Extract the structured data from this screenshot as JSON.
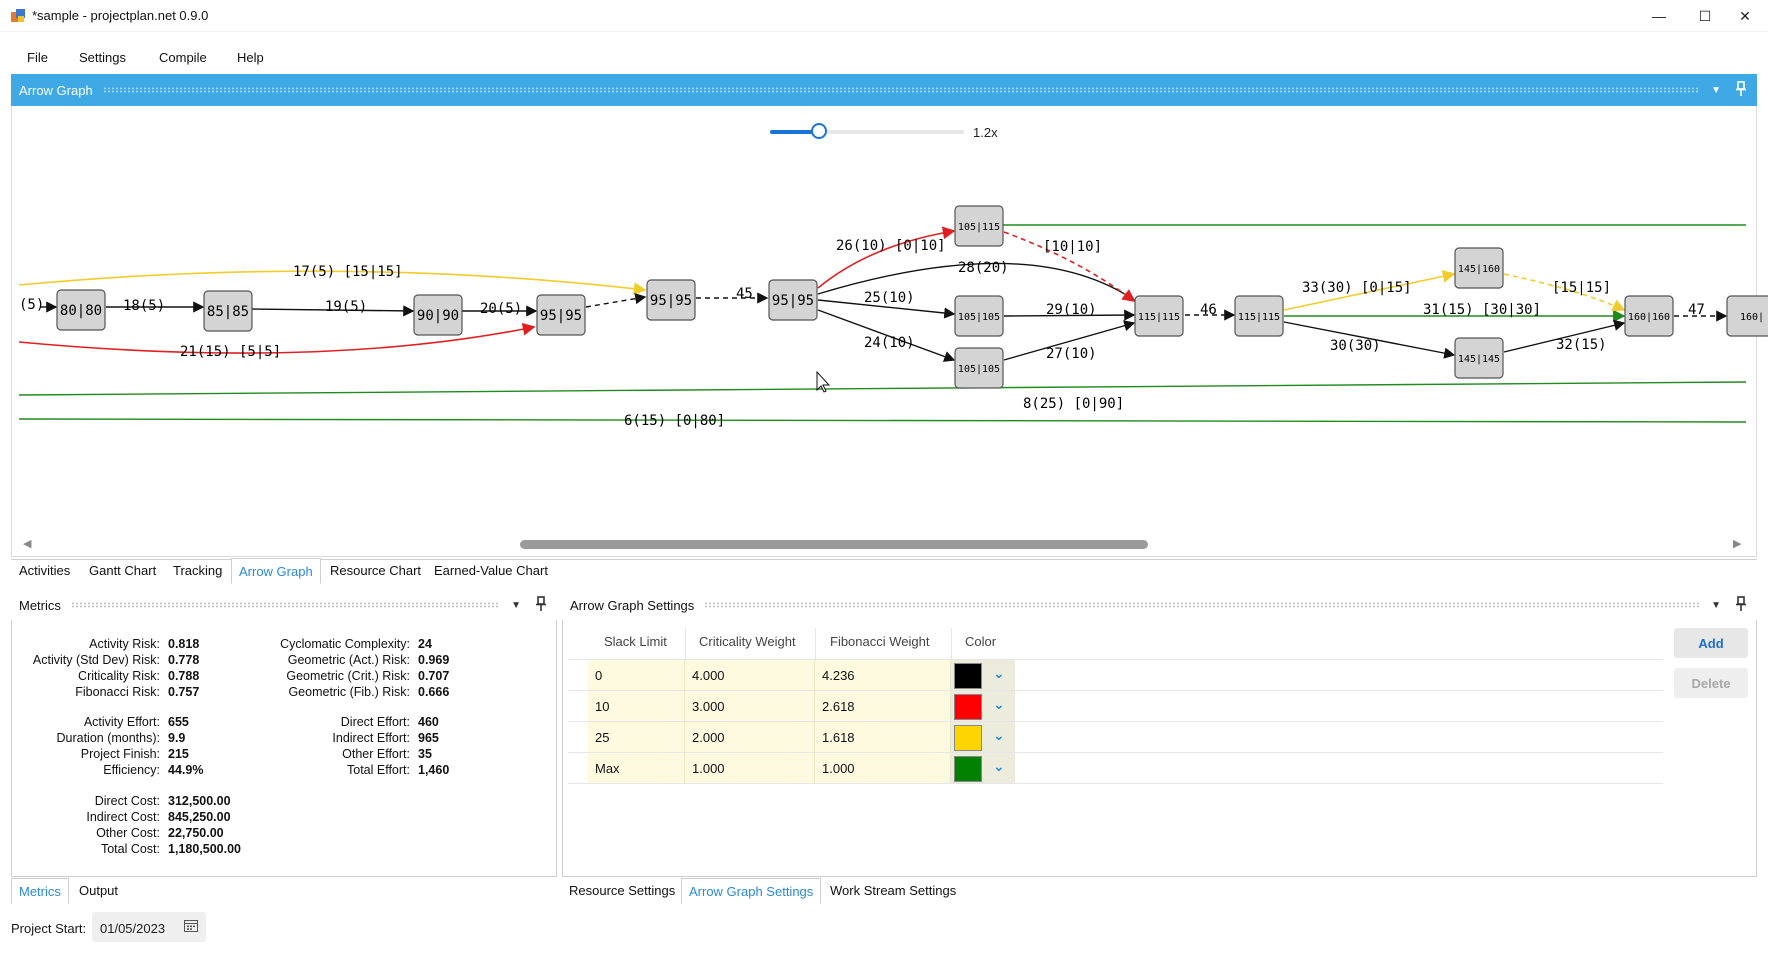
{
  "window": {
    "title": "*sample - projectplan.net 0.9.0",
    "min_glyph": "—",
    "max_glyph": "☐",
    "close_glyph": "✕"
  },
  "menu": {
    "file": "File",
    "settings": "Settings",
    "compile": "Compile",
    "help": "Help"
  },
  "arrow_graph": {
    "header": "Arrow Graph",
    "zoom": {
      "label": "1.2x",
      "fraction": 0.25
    },
    "nodes": [
      {
        "id": "n80",
        "label": "80|80"
      },
      {
        "id": "n85",
        "label": "85|85"
      },
      {
        "id": "n90",
        "label": "90|90"
      },
      {
        "id": "n95a",
        "label": "95|95"
      },
      {
        "id": "n95b",
        "label": "95|95"
      },
      {
        "id": "n95c",
        "label": "95|95"
      },
      {
        "id": "n105a",
        "label": "105|115"
      },
      {
        "id": "n105b",
        "label": "105|105"
      },
      {
        "id": "n105c",
        "label": "105|105"
      },
      {
        "id": "n115a",
        "label": "115|115"
      },
      {
        "id": "n115b",
        "label": "115|115"
      },
      {
        "id": "n145a",
        "label": "145|160"
      },
      {
        "id": "n145b",
        "label": "145|145"
      },
      {
        "id": "n160",
        "label": "160|160"
      },
      {
        "id": "n160b",
        "label": "160|"
      }
    ],
    "edge_labels": {
      "e5": "(5)",
      "e18": "18(5)",
      "e19": "19(5)",
      "e20": "20(5)",
      "e17": "17(5) [15|15]",
      "e21": "21(15) [5|5]",
      "e45": "45",
      "e26": "26(10) [0|10]",
      "e28": "28(20)",
      "e25": "25(10)",
      "e24": "24(10)",
      "e29": "29(10)",
      "e27": "27(10)",
      "e1010": "[10|10]",
      "e46": "46",
      "e33": "33(30) [0|15]",
      "e31": "31(15) [30|30]",
      "e30": "30(30)",
      "e32": "32(15)",
      "e1515": "[15|15]",
      "e47": "47",
      "e8": "8(25) [0|90]",
      "e6": "6(15) [0|80]"
    }
  },
  "main_tabs": [
    "Activities",
    "Gantt Chart",
    "Tracking",
    "Arrow Graph",
    "Resource Chart",
    "Earned-Value Chart"
  ],
  "metrics": {
    "header": "Metrics",
    "left": [
      {
        "label": "Activity Risk:",
        "value": "0.818"
      },
      {
        "label": "Activity (Std Dev) Risk:",
        "value": "0.778"
      },
      {
        "label": "Criticality Risk:",
        "value": "0.788"
      },
      {
        "label": "Fibonacci Risk:",
        "value": "0.757"
      },
      {
        "label": "Activity Effort:",
        "value": "655"
      },
      {
        "label": "Duration (months):",
        "value": "9.9"
      },
      {
        "label": "Project Finish:",
        "value": "215"
      },
      {
        "label": "Efficiency:",
        "value": "44.9%"
      },
      {
        "label": "Direct Cost:",
        "value": "312,500.00"
      },
      {
        "label": "Indirect Cost:",
        "value": "845,250.00"
      },
      {
        "label": "Other Cost:",
        "value": "22,750.00"
      },
      {
        "label": "Total Cost:",
        "value": "1,180,500.00"
      }
    ],
    "right": [
      {
        "label": "Cyclomatic Complexity:",
        "value": "24"
      },
      {
        "label": "Geometric (Act.) Risk:",
        "value": "0.969"
      },
      {
        "label": "Geometric (Crit.) Risk:",
        "value": "0.707"
      },
      {
        "label": "Geometric (Fib.) Risk:",
        "value": "0.666"
      },
      {
        "label": "Direct Effort:",
        "value": "460"
      },
      {
        "label": "Indirect Effort:",
        "value": "965"
      },
      {
        "label": "Other Effort:",
        "value": "35"
      },
      {
        "label": "Total Effort:",
        "value": "1,460"
      }
    ]
  },
  "bottom_left_tabs": [
    "Metrics",
    "Output"
  ],
  "settings": {
    "header": "Arrow Graph Settings",
    "columns": [
      "Slack Limit",
      "Criticality Weight",
      "Fibonacci Weight",
      "Color"
    ],
    "rows": [
      {
        "slack": "0",
        "crit": "4.000",
        "fib": "4.236",
        "color": "#000000"
      },
      {
        "slack": "10",
        "crit": "3.000",
        "fib": "2.618",
        "color": "#ff0000"
      },
      {
        "slack": "25",
        "crit": "2.000",
        "fib": "1.618",
        "color": "#ffd400"
      },
      {
        "slack": "Max",
        "crit": "1.000",
        "fib": "1.000",
        "color": "#008000"
      }
    ],
    "add": "Add",
    "delete": "Delete"
  },
  "bottom_right_tabs": [
    "Resource Settings",
    "Arrow Graph Settings",
    "Work Stream Settings"
  ],
  "project_start": {
    "label": "Project Start:",
    "value": "01/05/2023"
  },
  "colors": {
    "accent": "#3fa9e6",
    "tab_active": "#2a8ad6",
    "critical": "#e02020",
    "near": "#f2cc2a",
    "slack": "#1f8a1f"
  }
}
